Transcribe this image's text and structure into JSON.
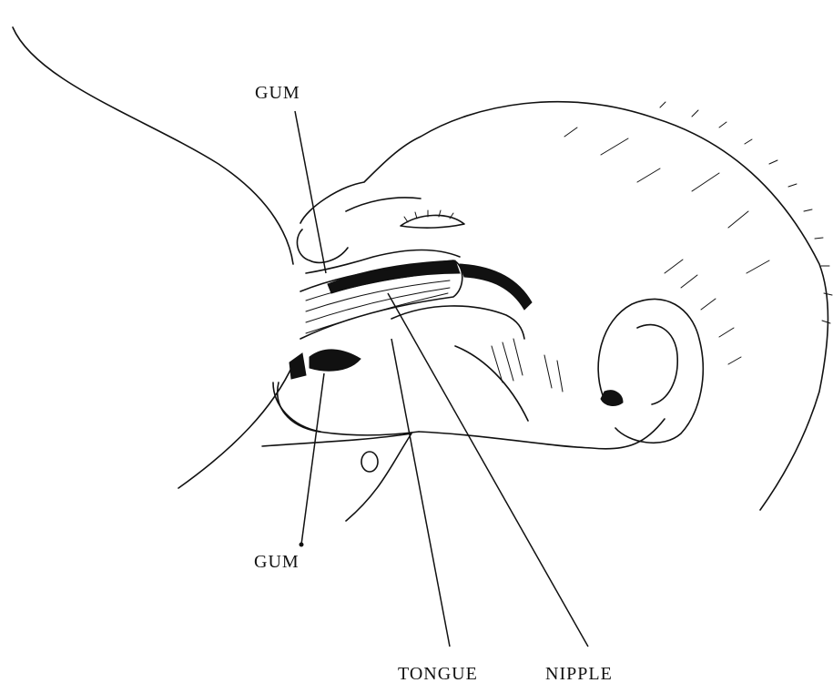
{
  "labels": {
    "gum_upper": "GUM",
    "gum_lower": "GUM",
    "tongue": "TONGUE",
    "nipple": "NIPPLE"
  },
  "colors": {
    "ink": "#111111",
    "paper": "#ffffff"
  }
}
